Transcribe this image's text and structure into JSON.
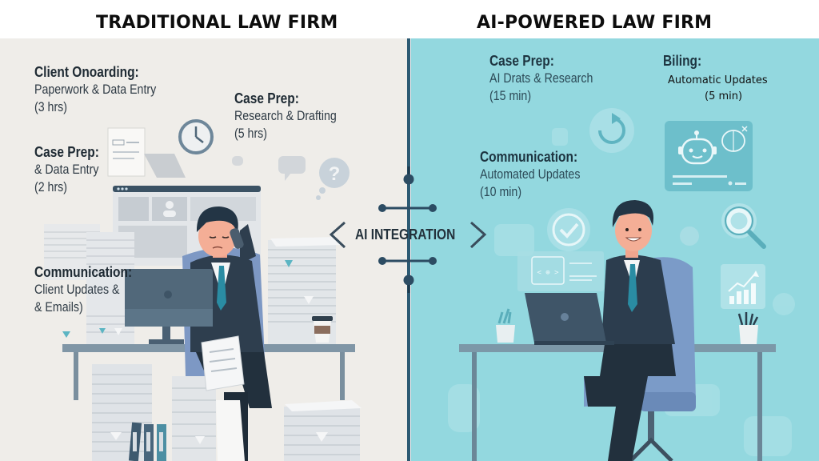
{
  "titles": {
    "left": "TRADITIONAL LAW FIRM",
    "right": "AI-POWERED LAW FIRM"
  },
  "colors": {
    "left_background": "#efede9",
    "right_background": "#93d8df",
    "divider": "#2c5a73",
    "text_dark": "#1e2a33",
    "accent_teal": "#3aa0b5"
  },
  "traditional": {
    "client_onboarding": {
      "heading": "Client Onoarding:",
      "lines": [
        "Paperwork & Data Entry",
        "(3 hrs)"
      ]
    },
    "case_prep_a": {
      "heading": "Case Prep:",
      "lines": [
        "& Data Entry",
        "(2 hrs)"
      ]
    },
    "case_prep_b": {
      "heading": "Case Prep:",
      "lines": [
        "Research & Drafting",
        "(5 hrs)"
      ]
    },
    "communication": {
      "heading": "Communication:",
      "lines": [
        "Client Updates &",
        "& Emails)"
      ]
    }
  },
  "center": {
    "label": "AI INTEGRATION",
    "left_arrow_icon": "chevron-left",
    "right_arrow_icon": "chevron-right"
  },
  "ai_powered": {
    "case_prep": {
      "heading": "Case Prep:",
      "lines": [
        "AI Drats & Research",
        "(15 min)"
      ]
    },
    "billing": {
      "heading": "Biling:",
      "lines": [
        "Automatic Updates",
        "(5 min)"
      ]
    },
    "communication": {
      "heading": "Communication:",
      "lines": [
        "Automated Updates",
        "(10 min)"
      ]
    }
  },
  "illustration_icons": {
    "left": [
      "clock-icon",
      "document-icon",
      "question-bubble-icon",
      "chat-bubble-icon",
      "browser-window-icon",
      "paper-stack-icon",
      "desktop-monitor-icon",
      "coffee-cup-icon",
      "binder-icon",
      "stressed-lawyer-figure"
    ],
    "right": [
      "refresh-cycle-icon",
      "robot-brain-card-icon",
      "checkmark-circle-icon",
      "magnifier-icon",
      "growth-chart-icon",
      "code-panel-icon",
      "laptop-icon",
      "pencil-cup-icon",
      "plant-cup-icon",
      "happy-lawyer-figure"
    ]
  }
}
